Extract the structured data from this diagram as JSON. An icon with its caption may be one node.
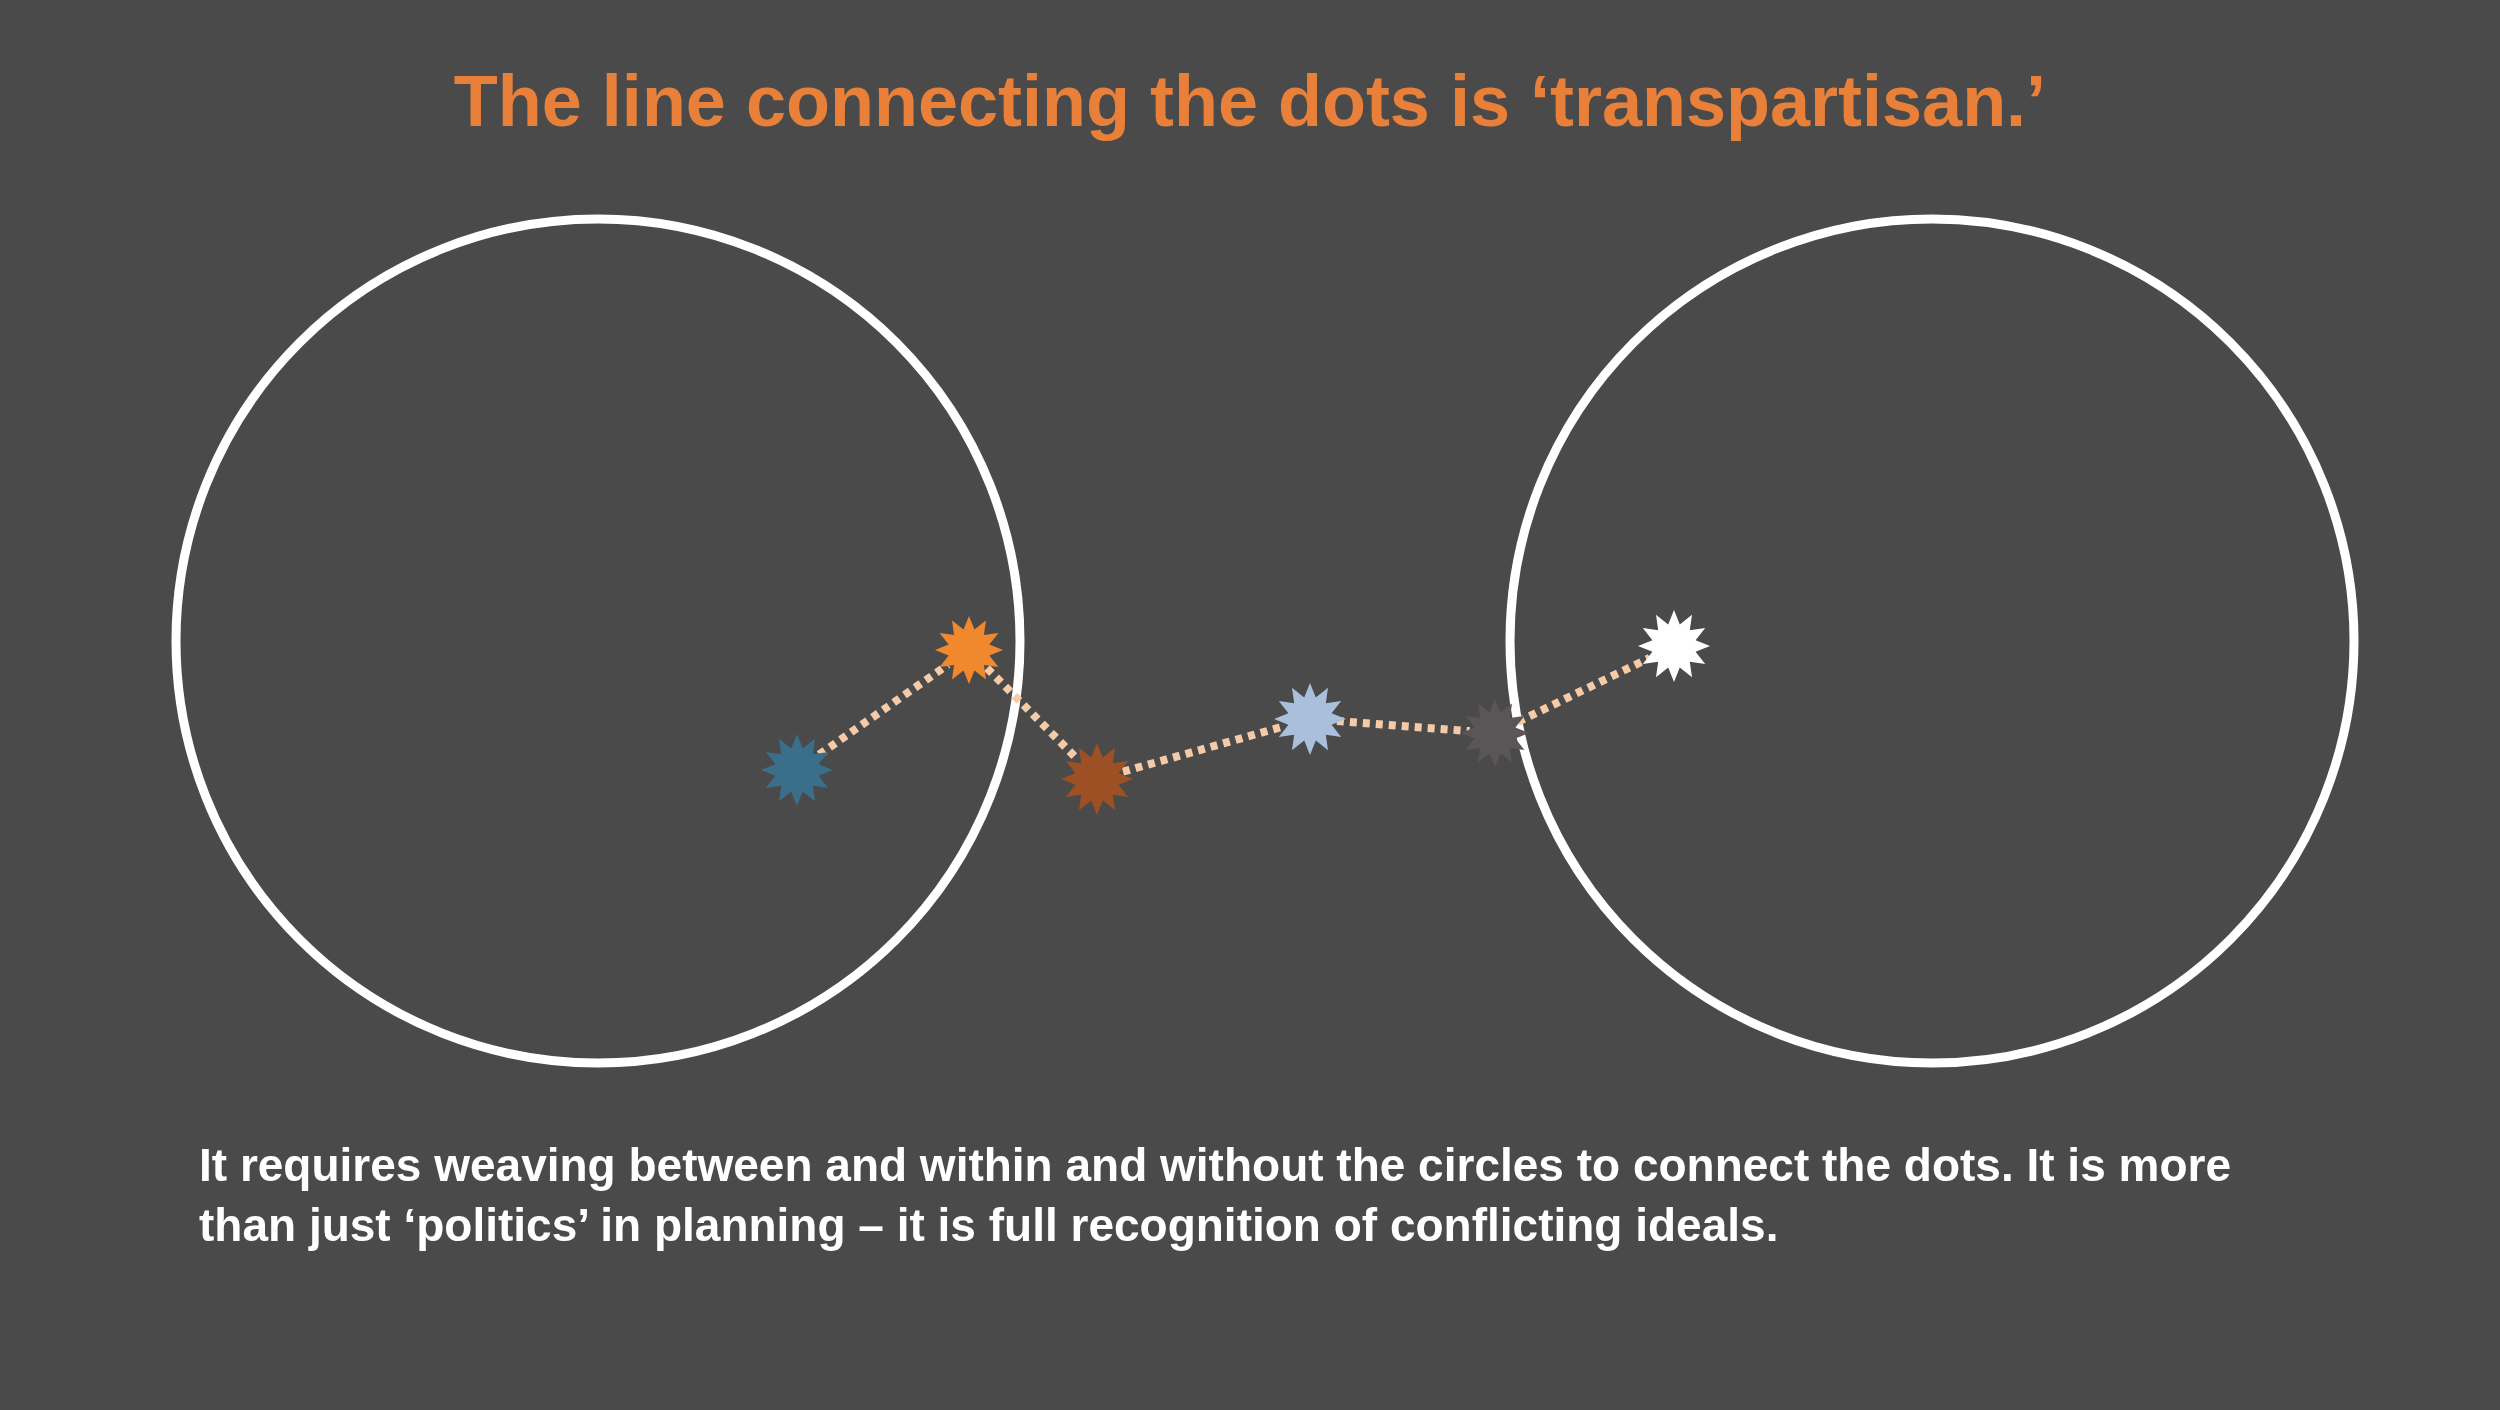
{
  "diagram": {
    "title": "The line connecting the dots is ‘transpartisan.’",
    "caption": "It requires weaving between and within and without the circles to connect the dots.  It is more than just ‘politics’ in planning – it is full recognition of conflicting ideals.",
    "nodes": [
      {
        "text": [],
        "shape": "circle"
      },
      {
        "text": [],
        "shape": "star",
        "in": 0
      },
      {
        "text": [],
        "shape": "star",
        "in": 0
      },
      {
        "text": [],
        "shape": "star"
      },
      {
        "text": [],
        "shape": "star"
      },
      {
        "text": [],
        "shape": "star"
      },
      {
        "text": [],
        "shape": "circle"
      },
      {
        "text": [],
        "shape": "star",
        "in": 6
      }
    ],
    "edges": [
      {
        "from": 1,
        "to": 2,
        "arrow": "none",
        "style": "dashed"
      },
      {
        "from": 2,
        "to": 3,
        "arrow": "none",
        "style": "dashed"
      },
      {
        "from": 3,
        "to": 4,
        "arrow": "none",
        "style": "dashed"
      },
      {
        "from": 4,
        "to": 5,
        "arrow": "none",
        "style": "dashed"
      },
      {
        "from": 5,
        "to": 7,
        "arrow": "none",
        "style": "dashed"
      }
    ]
  }
}
